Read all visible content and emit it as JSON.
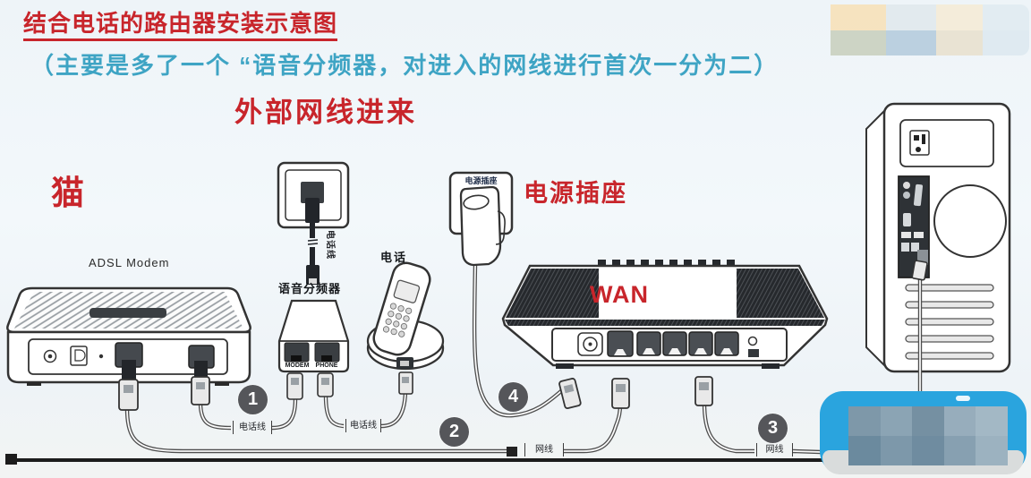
{
  "header": {
    "title": "结合电话的路由器安装示意图",
    "subtitle": "（主要是多了一个 “语音分频器，对进入的网线进行首次一分为二）",
    "callout": "外部网线进来"
  },
  "devices": {
    "modem_name_cn": "猫",
    "modem_name_en": "ADSL Modem",
    "splitter_name": "语音分频器",
    "splitter_port_modem": "MODEM",
    "splitter_port_phone": "PHONE",
    "phone_name": "电话",
    "outlet_plate_text": "电源插座",
    "outlet_name": "电源插座",
    "router_wan": "WAN"
  },
  "cables": {
    "incoming": "电话线",
    "phone_line_a": "电话线",
    "phone_line_b": "电话线",
    "net_line_a": "网线",
    "net_line_b": "网线"
  },
  "steps": {
    "one": "1",
    "two": "2",
    "three": "3",
    "four": "4"
  },
  "colors": {
    "accent_red": "#c8252b",
    "subtitle_blue": "#3ea4c4",
    "step_gray": "#55565a",
    "blob_blue": "#2aa4de",
    "line_ink": "#333333"
  }
}
